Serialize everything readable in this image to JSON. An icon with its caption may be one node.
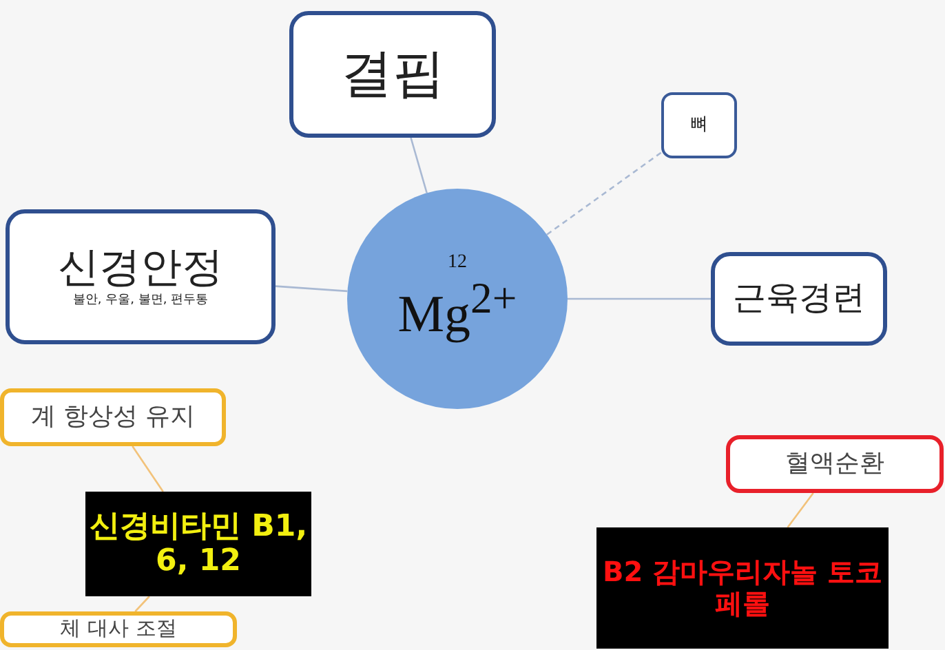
{
  "diagram": {
    "nodes": [
      {
        "text": [
          "결핍"
        ]
      },
      {
        "text": [
          "뼈"
        ]
      },
      {
        "text": [
          "12",
          "Mg$^{2+}$"
        ]
      },
      {
        "text": [
          "신경안정",
          "불안, 우울, 불면, 편두통"
        ]
      },
      {
        "text": [
          "근육경련"
        ]
      },
      {
        "text": [
          "계 항상성 유지"
        ]
      },
      {
        "text": [
          "혈액순환"
        ]
      },
      {
        "text": [
          "신경비타민 B1, 6, 12"
        ]
      },
      {
        "text": [
          "B2 감마우리자놀 토코페롤"
        ]
      },
      {
        "text": [
          "체 대사 조절"
        ]
      }
    ],
    "edges": [
      {
        "from": 2,
        "to": 0,
        "arrow": "none"
      },
      {
        "from": 2,
        "to": 1,
        "arrow": "none",
        "style": "dashed"
      },
      {
        "from": 2,
        "to": 3,
        "arrow": "none"
      },
      {
        "from": 2,
        "to": 4,
        "arrow": "none"
      },
      {
        "from": 5,
        "to": 7,
        "arrow": "none",
        "color": "#f2c27a"
      },
      {
        "from": 7,
        "to": 9,
        "arrow": "none",
        "color": "#f2c27a"
      },
      {
        "from": 6,
        "to": 8,
        "arrow": "none",
        "color": "#f2c27a"
      }
    ]
  }
}
